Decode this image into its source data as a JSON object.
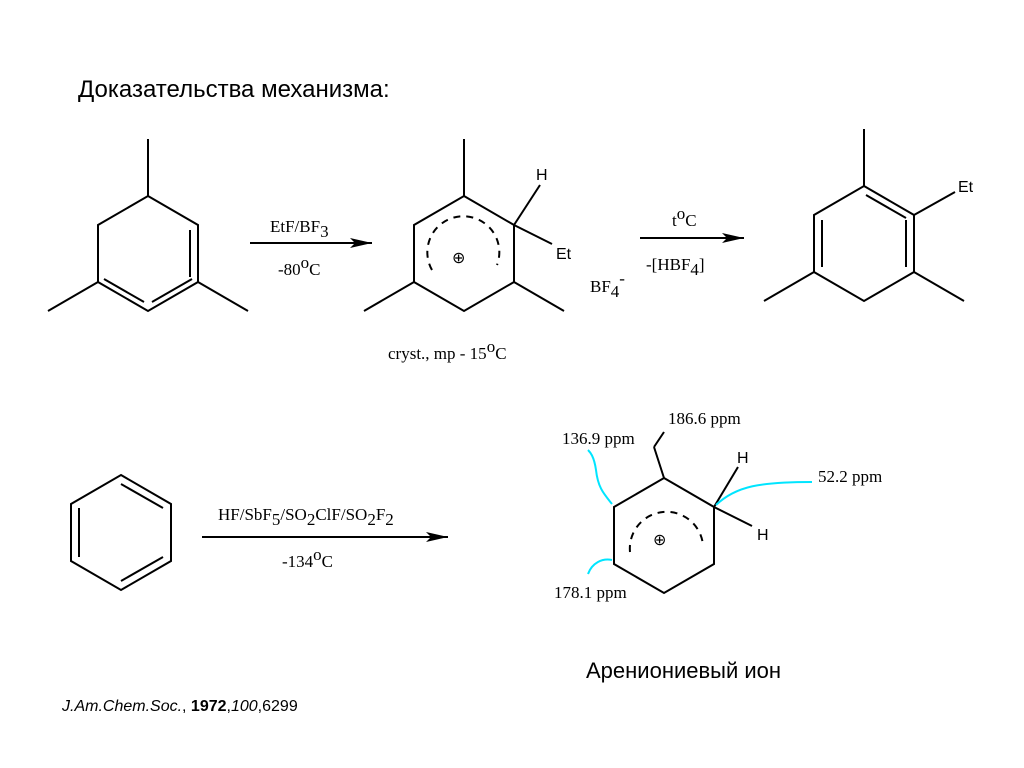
{
  "slide": {
    "title": "Доказательства механизма:",
    "caption": "Арениониевый ион",
    "reference": {
      "journal": "J.Am.Chem.Soc.",
      "sep1": ", ",
      "year": "1972",
      "sep2": ",",
      "volume": "100",
      "pages": ",6299"
    }
  },
  "reaction1": {
    "arrow1_above": {
      "p1": "EtF/BF",
      "s1": "3"
    },
    "arrow1_below": {
      "p1": "-80",
      "sup": "o",
      "p2": "C"
    },
    "intermediate_H": "H",
    "intermediate_Et": "Et",
    "plus_sign": "⊕",
    "counterion": {
      "p1": "BF",
      "sub": "4",
      "sup": "-"
    },
    "intermediate_note": {
      "p1": "cryst., mp - 15",
      "sup": "o",
      "p2": "C"
    },
    "arrow2_above": {
      "p1": "t",
      "sup": "o",
      "p2": "C"
    },
    "arrow2_below": {
      "p1": "-[HBF",
      "sub": "4",
      "p2": "]"
    },
    "product_Et": "Et"
  },
  "reaction2": {
    "arrow_above": {
      "p1": "HF/SbF",
      "s1": "5",
      "p2": "/SO",
      "s2": "2",
      "p3": "ClF/SO",
      "s3": "2",
      "p4": "F",
      "s4": "2"
    },
    "arrow_below": {
      "p1": "-134",
      "sup": "o",
      "p2": "C"
    },
    "ion_H_top": "H",
    "ion_H_bottom": "H",
    "plus_sign": "⊕",
    "nmr_shifts": {
      "c_ortho": "136.9 ppm",
      "c_para_label": "186.6 ppm",
      "c_sp3": "52.2 ppm",
      "c_meta": "178.1 ppm"
    },
    "highlight_color": "#00e5ff"
  }
}
